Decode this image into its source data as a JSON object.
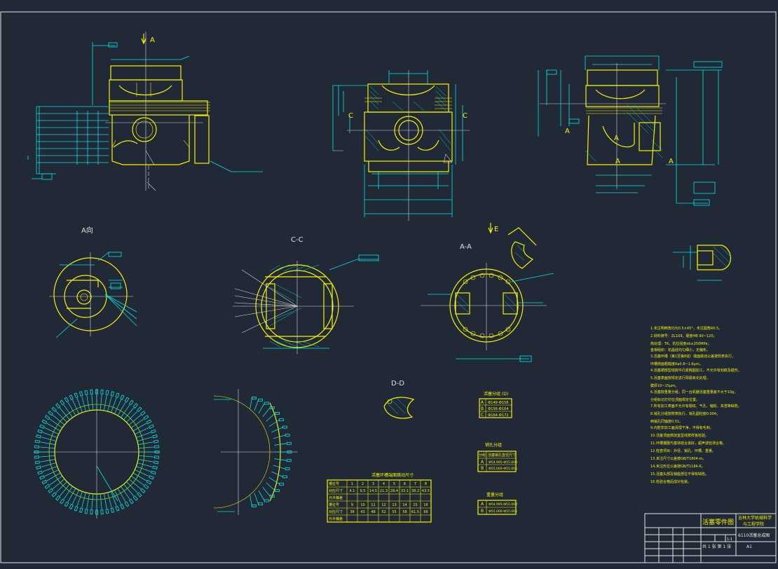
{
  "views": {
    "view_A_arrow": "A",
    "view_A_title": "A向",
    "section_CC_title": "C-C",
    "section_AA_title": "A-A",
    "section_DD_title": "D-D",
    "view_E_arrow": "E",
    "section_C_marks": [
      "C",
      "C"
    ],
    "section_A_marks": [
      "A",
      "A",
      "A",
      "A"
    ]
  },
  "colors": {
    "background": "#212836",
    "geometry": "#f2f200",
    "dimensions": "#00e6e6",
    "frame": "#e6e6e6"
  },
  "table_ring_groove": {
    "title": "活塞环槽端面跳动尺寸",
    "rows": [
      {
        "label": "槽位号",
        "values": [
          "1",
          "2",
          "3",
          "4",
          "5",
          "6",
          "7",
          "8"
        ]
      },
      {
        "label": "对应尺寸",
        "values": [
          "4.1",
          "9.5",
          "14.5",
          "21.3",
          "28.4",
          "33.1",
          "38.2",
          "43.5"
        ]
      },
      {
        "label": "允许偏差",
        "values": [
          "",
          "",
          "",
          "",
          "",
          "",
          "",
          ""
        ]
      },
      {
        "label": "槽位号",
        "values": [
          "9",
          "10",
          "11",
          "12",
          "13",
          "14",
          "15",
          "16"
        ]
      },
      {
        "label": "对应尺寸",
        "values": [
          "38",
          "43",
          "48",
          "52",
          "55",
          "58",
          "61.5",
          "66"
        ]
      },
      {
        "label": "允许偏差",
        "values": [
          "",
          "",
          "",
          "",
          "",
          "",
          "",
          ""
        ]
      }
    ]
  },
  "table_group_dims": {
    "title": "活塞分组 (D)",
    "rows": [
      {
        "code": "A",
        "range": "Ф148-Ф156"
      },
      {
        "code": "B",
        "range": "Ф156-Ф164"
      },
      {
        "code": "C",
        "range": "Ф164-Ф172"
      }
    ]
  },
  "table_pin_hole": {
    "title": "销孔分组",
    "header": [
      "分组",
      "活塞销孔直径尺寸"
    ],
    "rows": [
      {
        "code": "A",
        "range": "Ф54.995-Ф55.000"
      },
      {
        "code": "B",
        "range": "Ф55.000-Ф55.005"
      }
    ]
  },
  "table_weight": {
    "title": "重量分组",
    "rows": [
      {
        "code": "A",
        "range": "Ф54.995-Ф55.000"
      },
      {
        "code": "B",
        "range": "Ф55.000-Ф55.005"
      }
    ]
  },
  "tech_notes": [
    "1.未注明倒角均为0.5×45°，未注圆角R0.5。",
    "2.材料牌号：ZL109，硬度HB 90~120；",
    "   热处理：T6，抗拉强度σb≥250MPa；",
    "   金相组织：初晶硅均匀细小，无偏析。",
    "3.活塞环槽（第1至第8道）端面跳动公差按附表执行，",
    "   环槽侧面粗糙度Ra0.8~1.6μm。",
    "4.活塞裙部型线按中凸变椭圆加工，不允许有划痕及碰伤。",
    "5.活塞表面按规定进行阳极氧化处理，",
    "   膜厚10~15μm。",
    "6.活塞按重量分组，同一台机器活塞重量差不大于10g，",
    "   分组标记打印在顶面规定位置。",
    "7.所有加工表面不允许有裂纹、气孔、缩松、夹渣等缺陷。",
    "8.销孔分组按附表执行，销孔圆柱度0.004，",
    "   两销孔同轴度0.01。",
    "9.内腔非加工面清理干净，不得有毛刺。",
    "10.活塞顶面燃烧室型线按样板检验。",
    "11.环槽镶圈与基体结合良好，超声波检测合格。",
    "12.检查项目：外径、销孔、环槽、重量。",
    "13.未注尺寸公差按GB/T1804-m。",
    "14.未注形位公差按GB/T1184-K。",
    "15.活塞头部及销座部位不得有缺陷。",
    "16.检验合格后成对包装。"
  ],
  "title_block": {
    "part_name": "活塞零件图",
    "school": "吉林大学机械科学",
    "school_line2": "与工程学院",
    "drawing_no": "6110活塞总成图",
    "scale": "1:1",
    "sheet": "A1",
    "pages": "共 1 张 第 1 张"
  }
}
